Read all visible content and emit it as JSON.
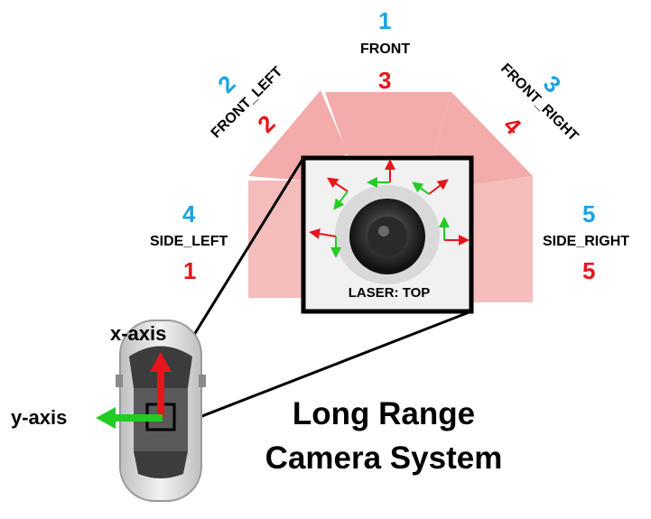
{
  "title": {
    "line1": "Long Range",
    "line2": "Camera System"
  },
  "laser_label": "LASER: TOP",
  "axes": {
    "x": "x-axis",
    "y": "y-axis"
  },
  "cameras": [
    {
      "name": "FRONT",
      "blue": "1",
      "red": "3"
    },
    {
      "name": "FRONT_LEFT",
      "blue": "2",
      "red": "2"
    },
    {
      "name": "FRONT_RIGHT",
      "blue": "3",
      "red": "4"
    },
    {
      "name": "SIDE_LEFT",
      "blue": "4",
      "red": "1"
    },
    {
      "name": "SIDE_RIGHT",
      "blue": "5",
      "red": "5"
    }
  ],
  "colors": {
    "blue_numbers": "#1aa3e0",
    "red_numbers": "#e8141c",
    "fov": "#f4a3a3",
    "x_axis": "#e8141c",
    "y_axis": "#22cc22"
  }
}
